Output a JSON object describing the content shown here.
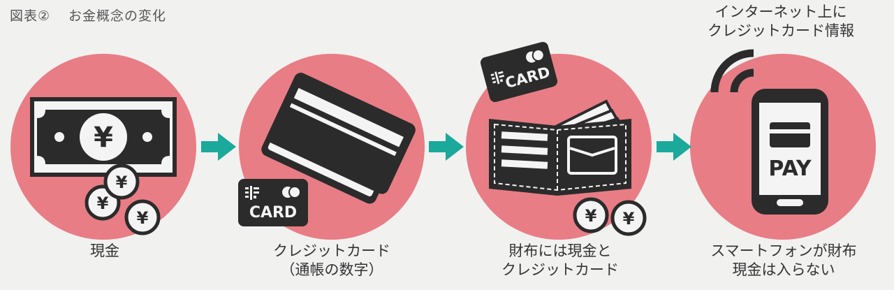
{
  "title": {
    "figure_no": "図表②",
    "text": "お金概念の変化"
  },
  "colors": {
    "circle": "#e87d85",
    "arrow": "#1aa99b",
    "icon": "#2b2b2b",
    "background": "#f1f1f0"
  },
  "stages": [
    {
      "label_line1": "現金",
      "label_line2": "",
      "icon": "banknote-and-yen-coins-icon"
    },
    {
      "label_line1": "クレジットカード",
      "label_line2": "（通帳の数字）",
      "icon": "credit-cards-icon",
      "badge": "CARD"
    },
    {
      "label_line1": "財布には現金と",
      "label_line2": "クレジットカード",
      "icon": "wallet-icon",
      "badge": "CARD"
    },
    {
      "label_line1": "スマートフォンが財布",
      "label_line2": "現金は入らない",
      "icon": "smartphone-pay-icon",
      "screen_text": "PAY",
      "top_line1": "インターネット上に",
      "top_line2": "クレジットカード情報"
    }
  ],
  "coin_symbol": "¥",
  "arrows": [
    "arrow-right",
    "arrow-right",
    "arrow-right"
  ]
}
